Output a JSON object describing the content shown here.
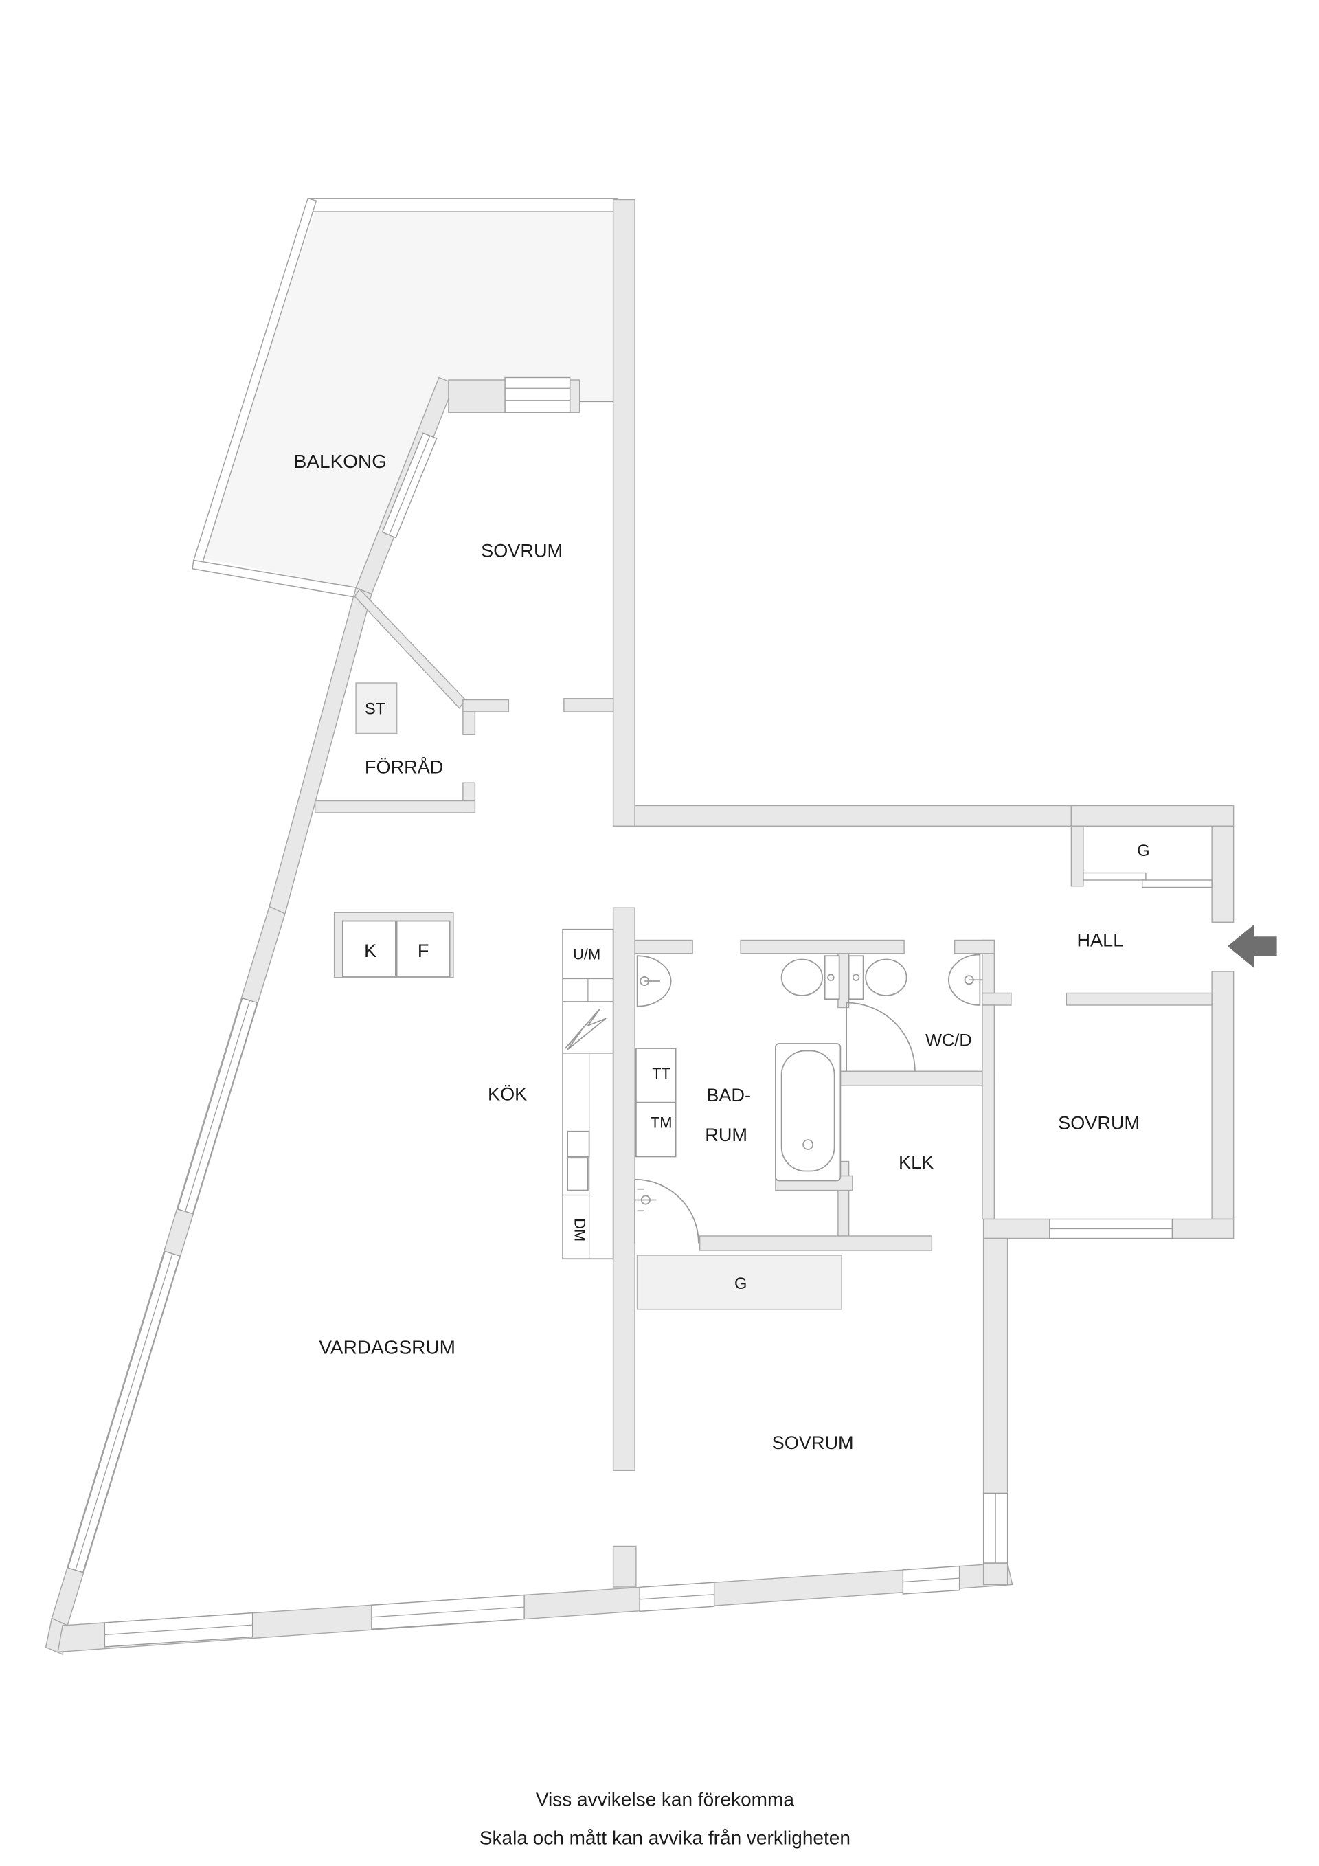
{
  "labels": {
    "balcony": "BALKONG",
    "bedroom_top": "SOVRUM",
    "closet_st": "ST",
    "storage": "FÖRRÅD",
    "fridge": "K",
    "freezer": "F",
    "oven_micro": "U/M",
    "kitchen": "KÖK",
    "dryer": "TT",
    "washer": "TM",
    "bathroom_line1": "BAD-",
    "bathroom_line2": "RUM",
    "dishwasher": "DM",
    "wc_shower": "WC/D",
    "walkin_closet": "KLK",
    "hall": "HALL",
    "wardrobe_hall": "G",
    "wardrobe_bedroom": "G",
    "bedroom_right": "SOVRUM",
    "bedroom_bottom": "SOVRUM",
    "living_room": "VARDAGSRUM"
  },
  "footer": {
    "line1": "Viss avvikelse kan förekomma",
    "line2": "Skala och mått kan avvika från verkligheten"
  },
  "colors": {
    "wall_fill": "#e8e8e8",
    "wall_stroke": "#a6a6a6",
    "balcony_fill": "#f6f6f6",
    "closet_fill": "#f1f1f1",
    "entrance_arrow": "#6f6f6f",
    "text": "#1a1a1a"
  }
}
